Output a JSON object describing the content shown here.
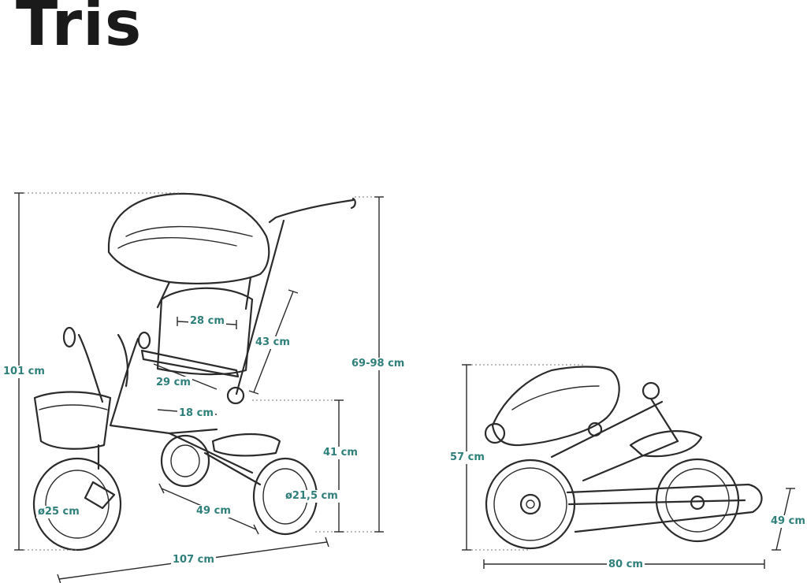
{
  "title": "Tris",
  "colors": {
    "dimension_text": "#2f7f7a",
    "line": "#2b2b2b",
    "background": "#ffffff"
  },
  "dimensions": {
    "total_height": "101 cm",
    "handle_height": "69-98 cm",
    "backrest_width": "28 cm",
    "backrest_height": "43 cm",
    "seat_depth": "29 cm",
    "seat_width": "18 cm",
    "seat_height": "41 cm",
    "rear_wheelbase": "49 cm",
    "front_wheel": "ø25 cm",
    "rear_wheel": "ø21,5 cm",
    "total_length": "107 cm",
    "folded_height": "57 cm",
    "folded_length": "80 cm",
    "folded_width": "49 cm"
  }
}
